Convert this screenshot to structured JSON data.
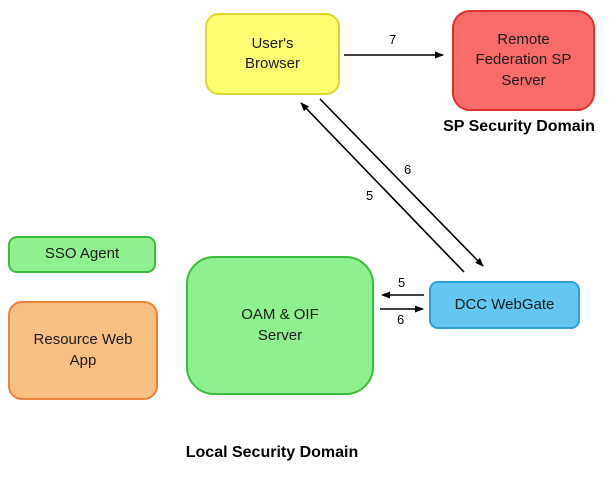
{
  "nodes": {
    "users_browser": {
      "label": "User's Browser",
      "fill": "#FFFF72",
      "border": "#DCD62A"
    },
    "remote_sp": {
      "label": "Remote Federation SP Server",
      "fill": "#F76B6B",
      "border": "#E02F2F"
    },
    "sso_agent": {
      "label": "SSO Agent",
      "fill": "#8FF08F",
      "border": "#3DBB3D"
    },
    "resource_app": {
      "label": "Resource Web App",
      "fill": "#F9BE82",
      "border": "#E8823C"
    },
    "oam_oif": {
      "label": "OAM & OIF Server",
      "fill": "#8FF08F",
      "border": "#3DBB3D"
    },
    "dcc_webgate": {
      "label": "DCC WebGate",
      "fill": "#63C7F2",
      "border": "#2E9FD4"
    }
  },
  "domains": {
    "sp": "SP Security Domain",
    "local": "Local Security Domain"
  },
  "arrows": {
    "browser_to_remote": {
      "label": "7"
    },
    "diagonal_upper": {
      "label": "6"
    },
    "diagonal_lower": {
      "label": "5"
    },
    "dcc_to_oam": {
      "label": "5"
    },
    "oam_to_dcc": {
      "label": "6"
    }
  },
  "colors": {
    "arrow": "#000000",
    "background": "#ffffff",
    "text": "#1a1a1a"
  }
}
